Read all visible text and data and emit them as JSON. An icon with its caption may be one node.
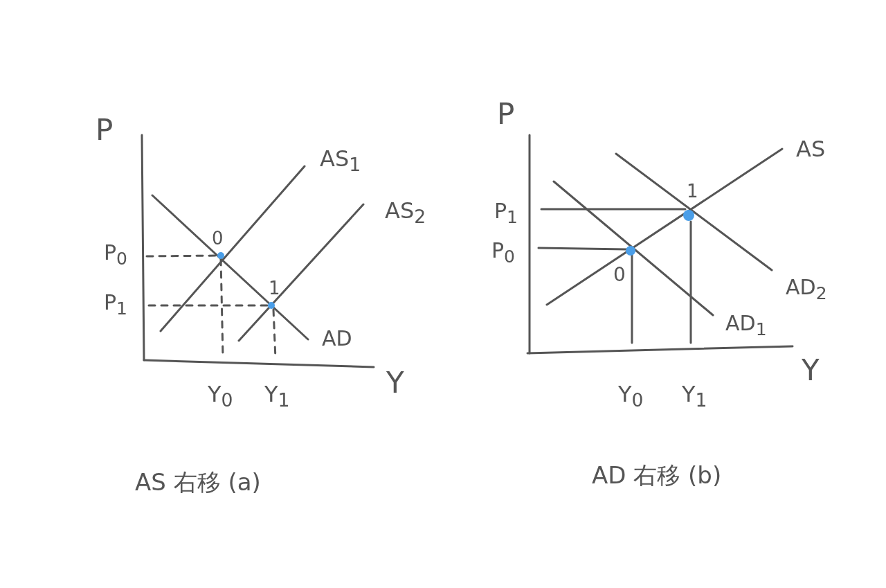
{
  "diagram": {
    "labels": [
      "P",
      "AS$_{1}$",
      "AS$_{2}$",
      "0",
      "P$_{0}$",
      "1",
      "P$_{1}$",
      "AD",
      "Y",
      "Y$_{0}$",
      "Y$_{1}$",
      "AS 右移 (a)",
      "P",
      "AS",
      "1",
      "P$_{1}$",
      "P$_{0}$",
      "0",
      "AD$_{2}$",
      "AD$_{1}$",
      "Y",
      "Y$_{0}$",
      "Y$_{1}$",
      "AD 右移 (b)"
    ]
  }
}
